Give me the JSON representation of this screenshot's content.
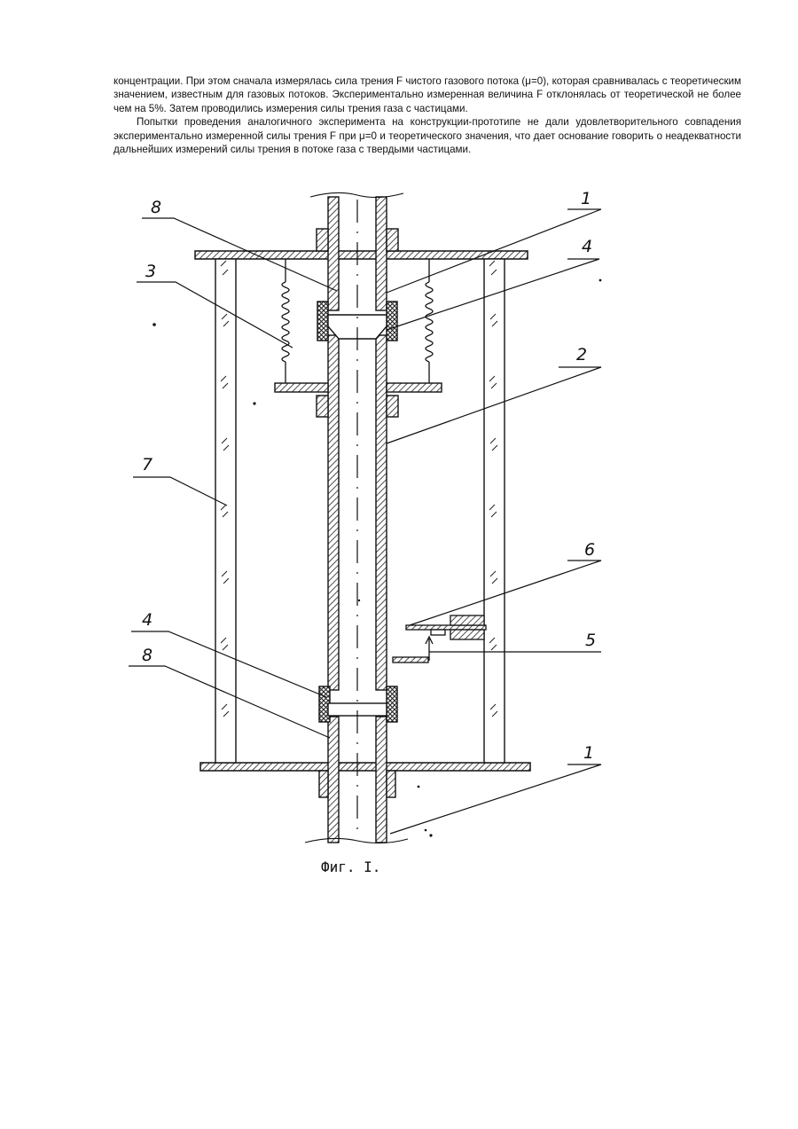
{
  "text": {
    "paragraph1": "концентрации. При этом сначала измерялась сила трения F чистого газового потока (μ=0), которая сравнивалась с теоретическим значением, известным для газовых потоков. Экспериментально измеренная величина F отклонялась от теоретической не более чем на 5%. Затем проводились измерения силы трения газа с частицами.",
    "paragraph2": "Попытки проведения аналогичного эксперимента на конструкции-прототипе не дали удовлетворительного совпадения экспериментально измеренной силы трения F при μ=0 и теоретического значения, что дает основание говорить о неадекватности дальнейших измерений силы трения в потоке газа с твердыми частицами."
  },
  "figure": {
    "labels": {
      "l1_top": "1",
      "l8_top": "8",
      "l4_top": "4",
      "l3": "3",
      "l2": "2",
      "l7": "7",
      "l6": "6",
      "l5": "5",
      "l4_bottom": "4",
      "l8_bottom": "8",
      "l1_bottom": "1"
    },
    "caption": "Фиг. I."
  }
}
